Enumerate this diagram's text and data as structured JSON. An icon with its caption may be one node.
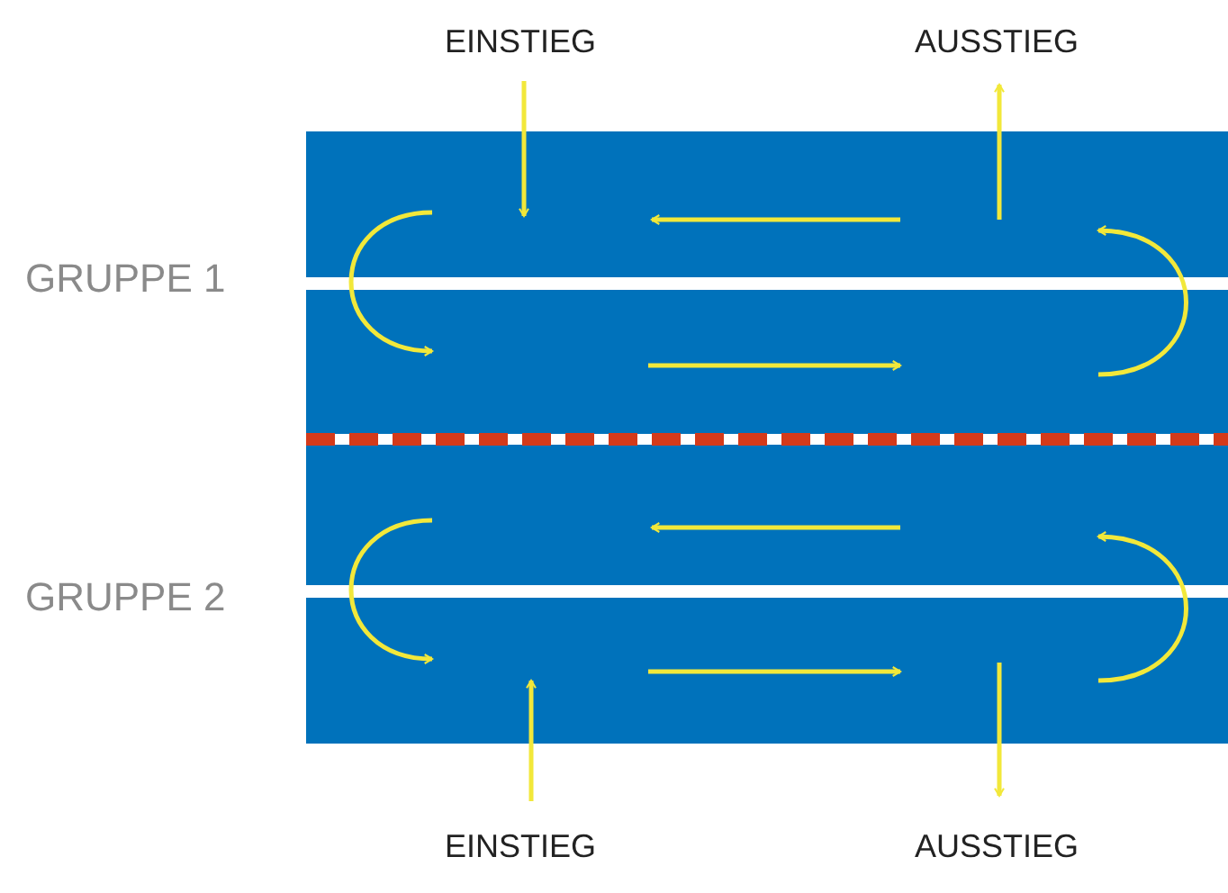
{
  "diagram": {
    "labels": [
      "EINSTIEG",
      "AUSSTIEG",
      "GRUPPE 1",
      "GRUPPE 2",
      "EINSTIEG",
      "AUSSTIEG"
    ]
  }
}
